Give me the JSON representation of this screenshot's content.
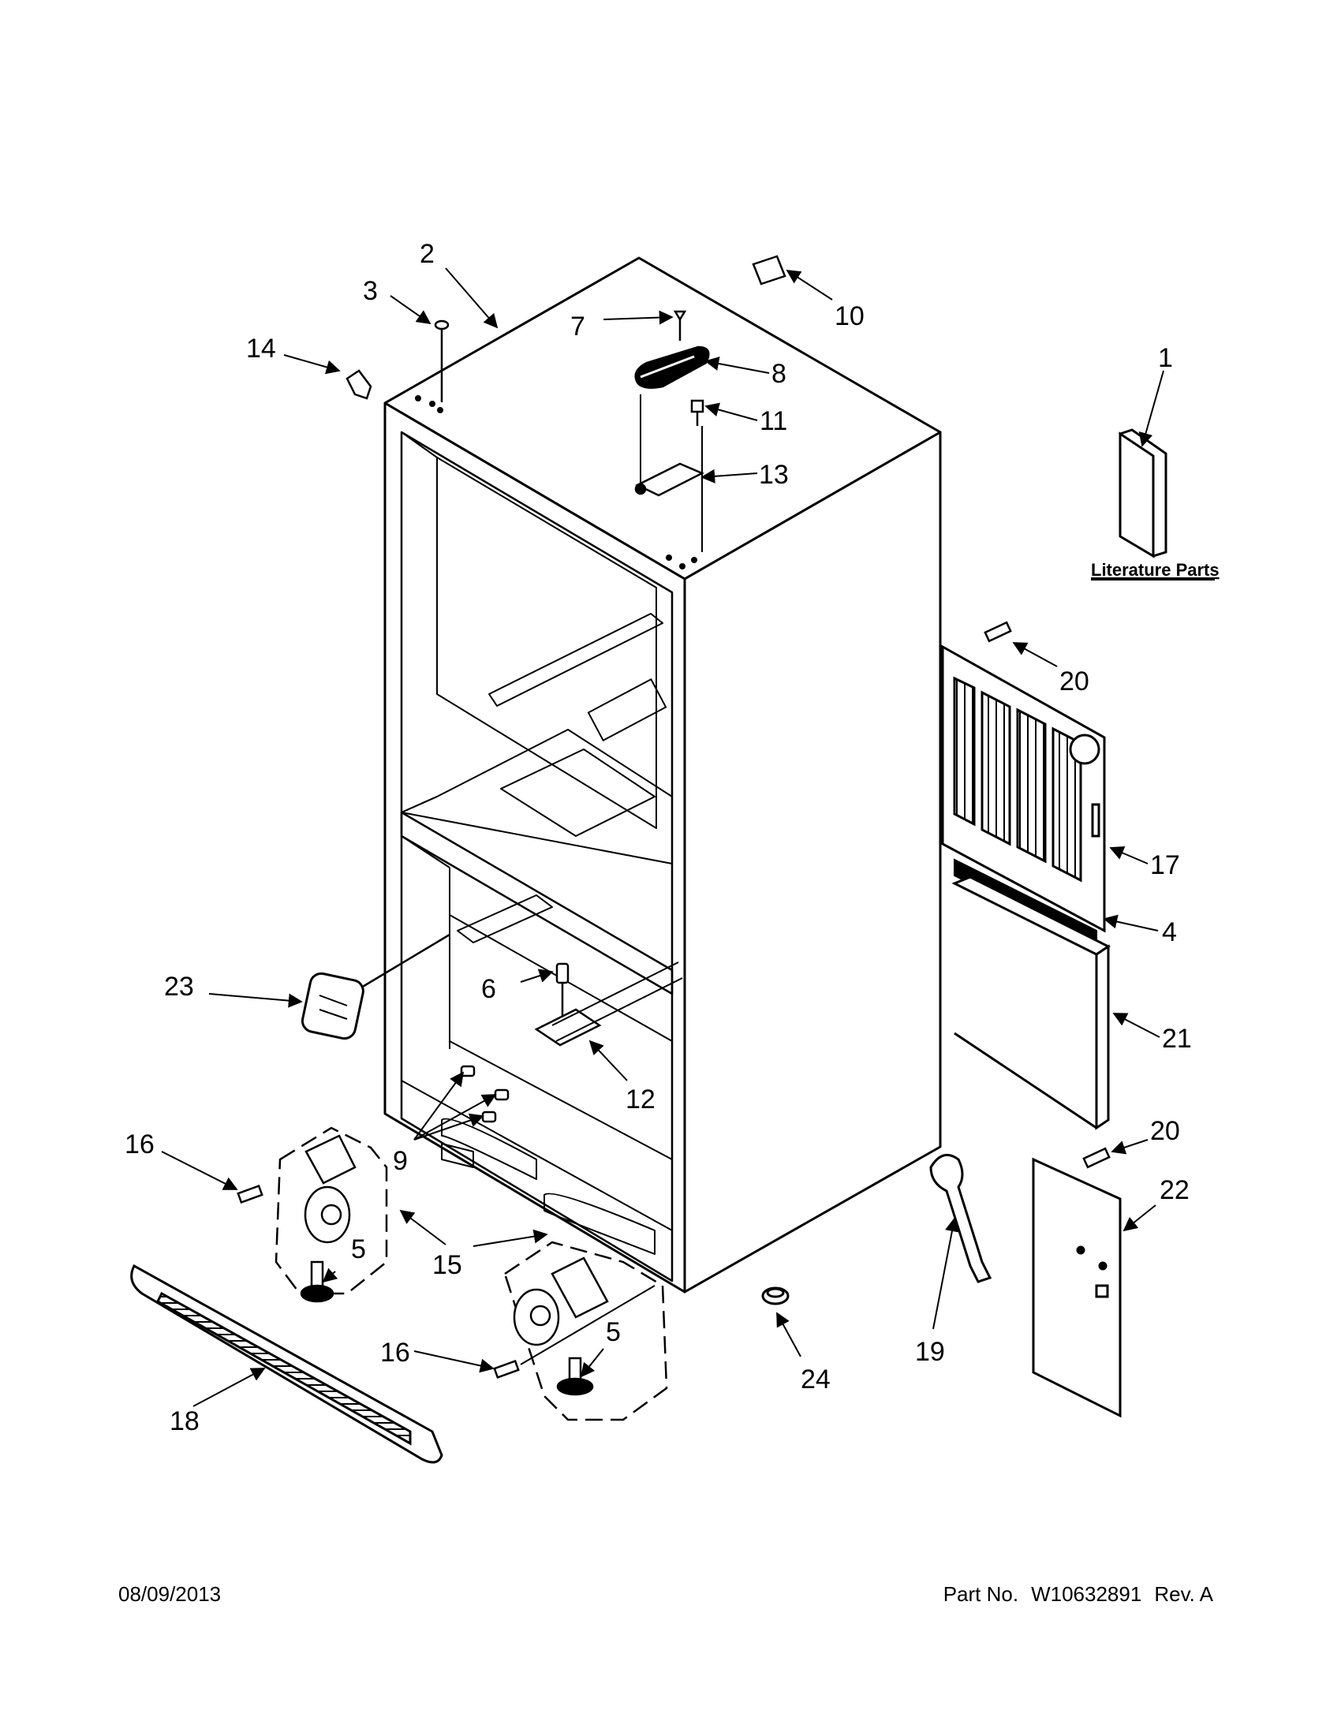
{
  "callouts": {
    "c1": "1",
    "c2": "2",
    "c3": "3",
    "c4": "4",
    "c5a": "5",
    "c5b": "5",
    "c6": "6",
    "c7": "7",
    "c8": "8",
    "c9": "9",
    "c10": "10",
    "c11": "11",
    "c12": "12",
    "c13": "13",
    "c14": "14",
    "c15": "15",
    "c16a": "16",
    "c16b": "16",
    "c17": "17",
    "c18": "18",
    "c19": "19",
    "c20a": "20",
    "c20b": "20",
    "c21": "21",
    "c22": "22",
    "c23": "23",
    "c24": "24"
  },
  "literature_label": "Literature Parts",
  "footer": {
    "date": "08/09/2013",
    "part_label": "Part No.",
    "part_number": "W10632891",
    "revision": "Rev. A"
  }
}
